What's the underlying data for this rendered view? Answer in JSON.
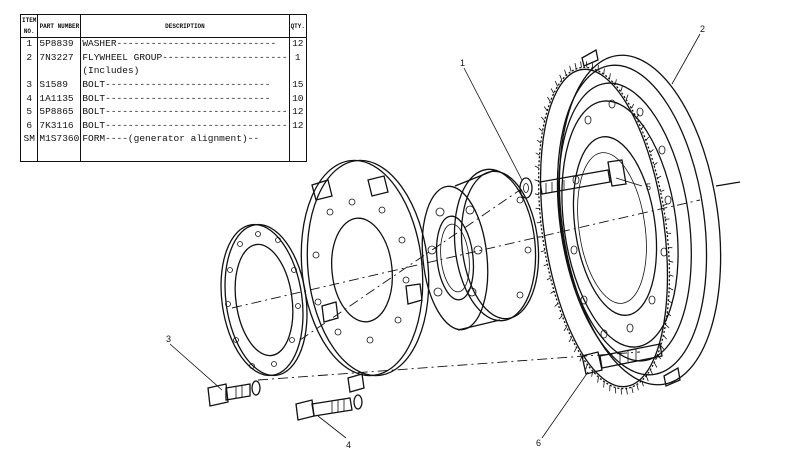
{
  "parts_table": {
    "headers": {
      "item_no": "ITEM NO.",
      "part_number": "PART NUMBER",
      "description": "DESCRIPTION",
      "qty": "QTY."
    },
    "rows": [
      {
        "no": "1",
        "part": "5P8839",
        "desc": "WASHER----------------------------",
        "qty": "12"
      },
      {
        "no": "2",
        "part": "7N3227",
        "desc": "FLYWHEEL GROUP----------------------",
        "qty": "1"
      },
      {
        "no": "",
        "part": "",
        "desc": "   (Includes)",
        "qty": ""
      },
      {
        "no": "3",
        "part": "S1589",
        "desc": "   BOLT-----------------------------",
        "qty": "15"
      },
      {
        "no": "4",
        "part": "1A1135",
        "desc": "   BOLT-----------------------------",
        "qty": "10"
      },
      {
        "no": "5",
        "part": "5P8865",
        "desc": "BOLT--------------------------------",
        "qty": "12"
      },
      {
        "no": "6",
        "part": "7K3116",
        "desc": "BOLT--------------------------------",
        "qty": "12"
      },
      {
        "no": "SM",
        "part": "M1S7360",
        "desc": "FORM----(generator alignment)--",
        "qty": ""
      }
    ]
  },
  "callouts": [
    "1",
    "2",
    "3",
    "4",
    "5",
    "6"
  ]
}
